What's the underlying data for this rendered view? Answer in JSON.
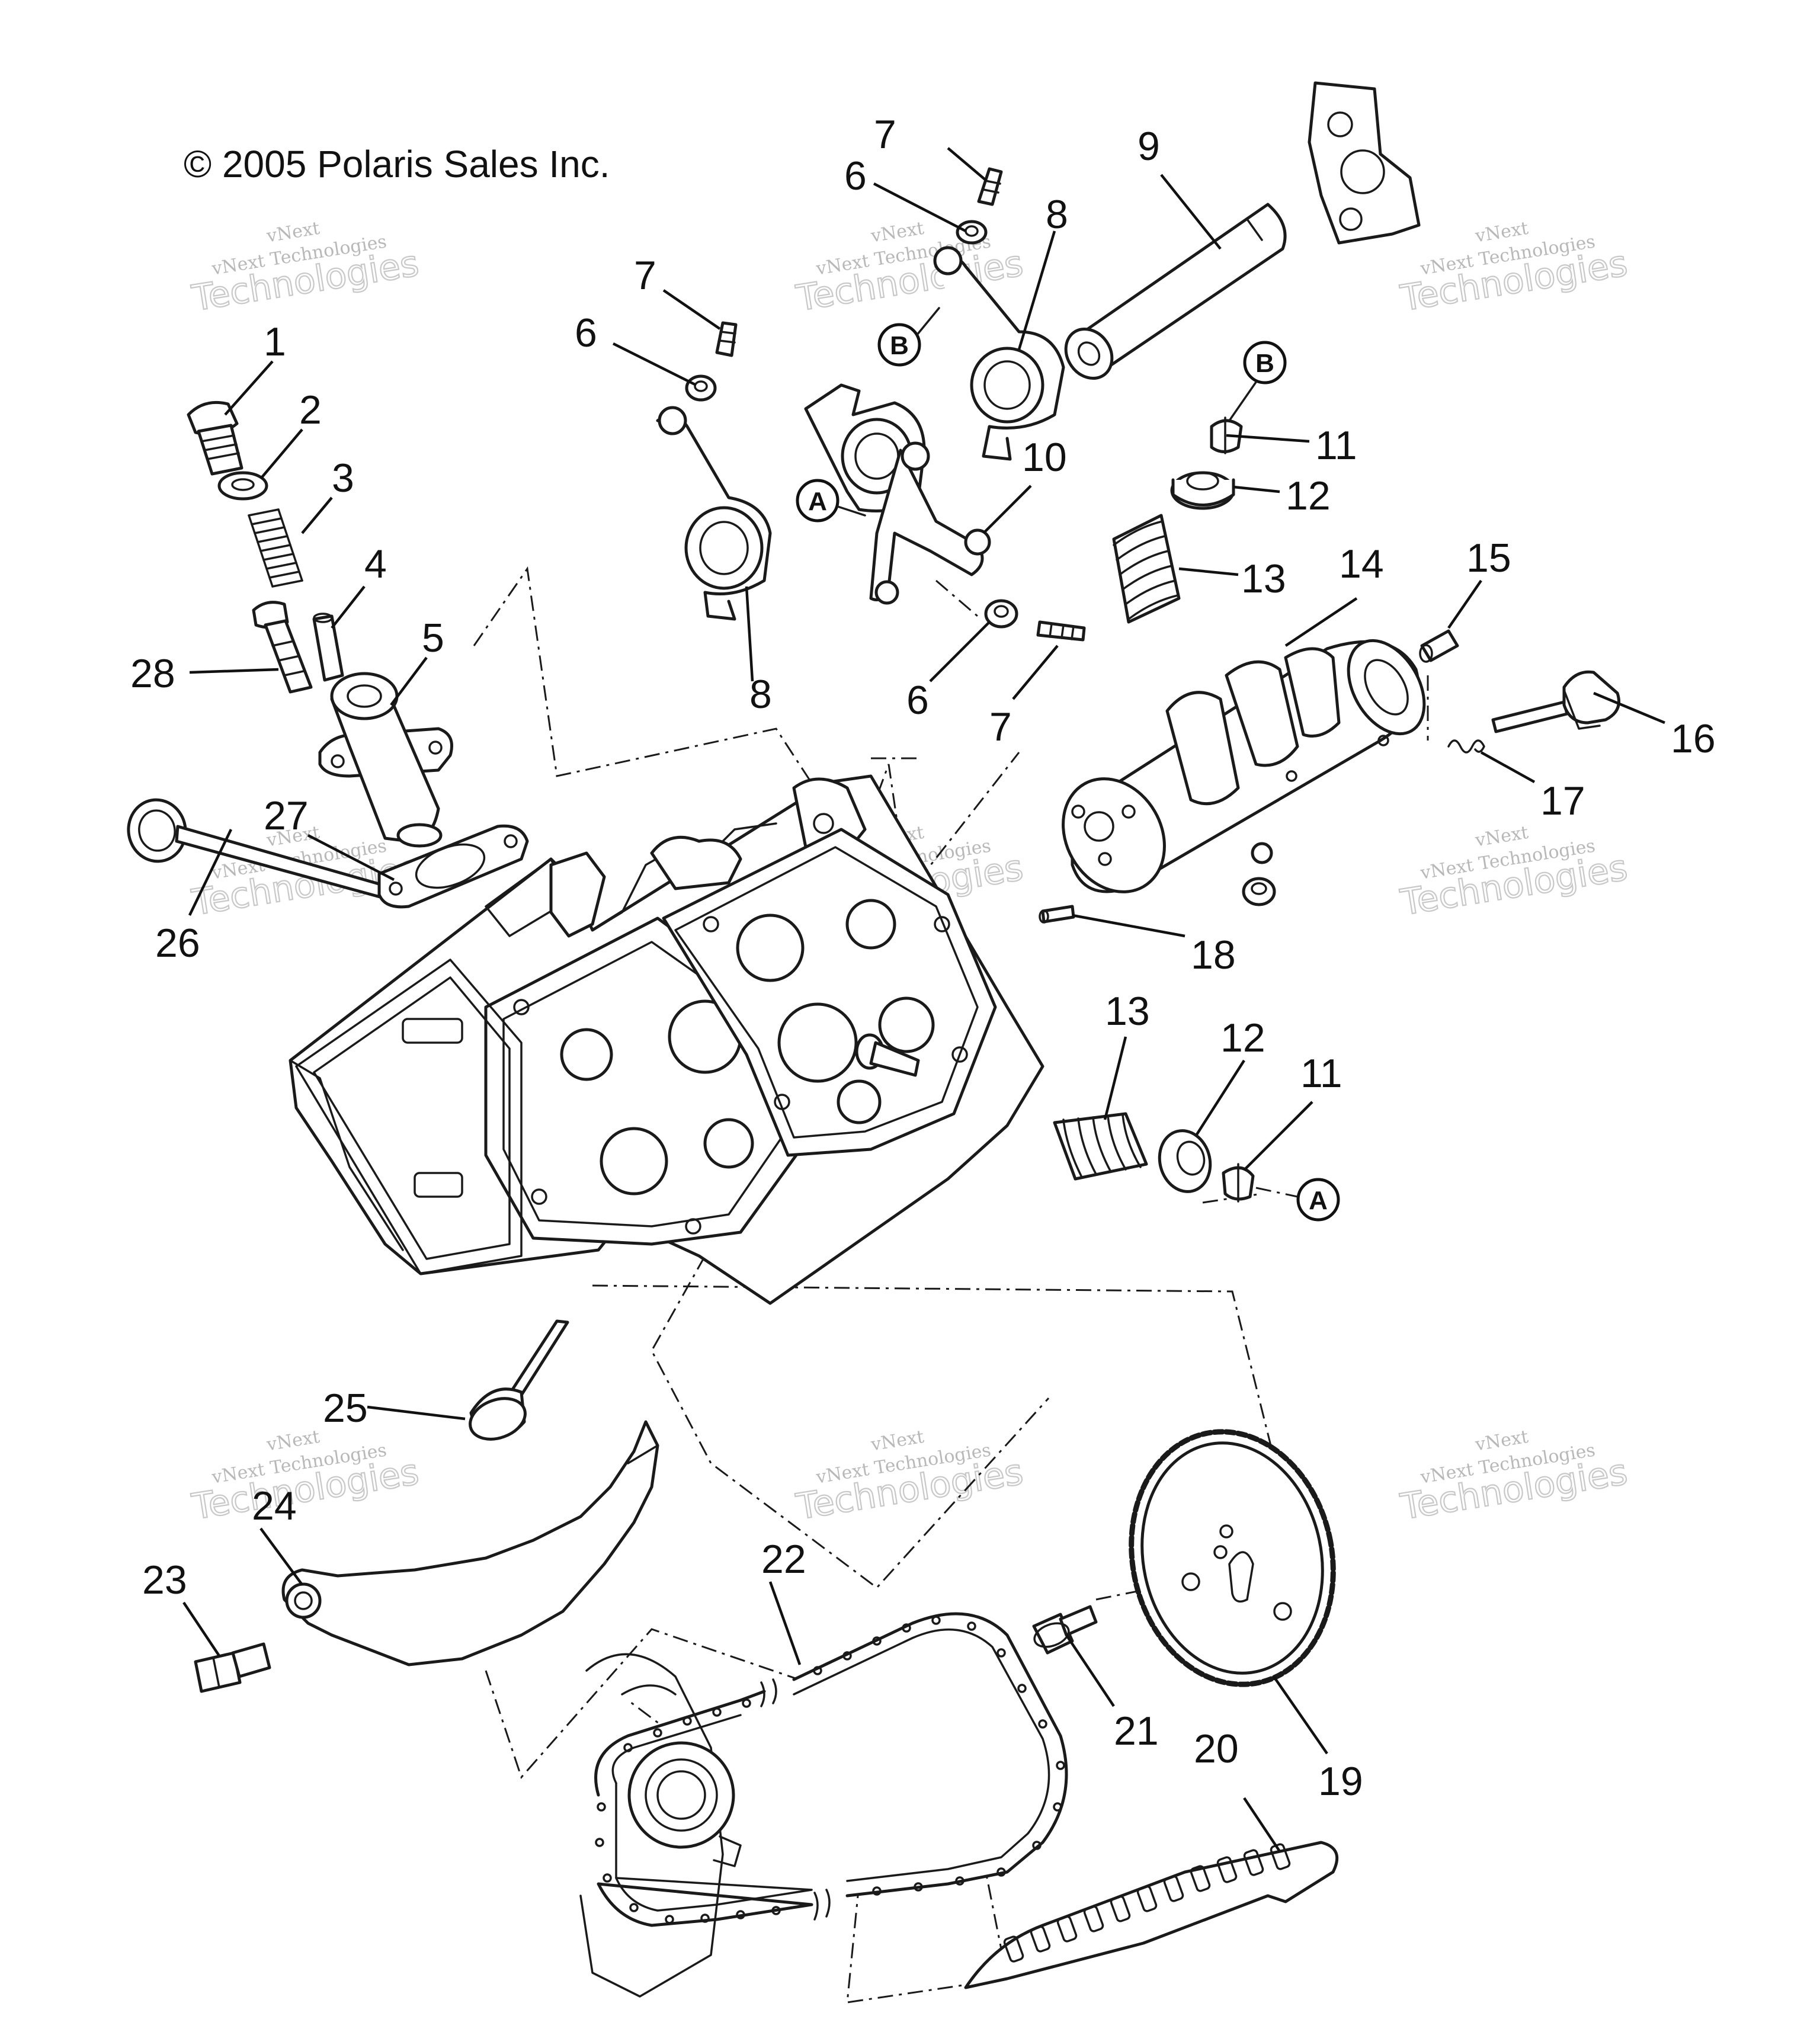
{
  "copyright": "© 2005 Polaris Sales Inc.",
  "watermark": {
    "brand": "vNext",
    "line": "vNext Technologies",
    "big": "Technologies"
  },
  "callouts": {
    "c1": "1",
    "c2": "2",
    "c3": "3",
    "c4": "4",
    "c5": "5",
    "c6a": "6",
    "c6b": "6",
    "c6c": "6",
    "c7a": "7",
    "c7b": "7",
    "c7c": "7",
    "c8a": "8",
    "c8b": "8",
    "c9": "9",
    "c10": "10",
    "c11a": "11",
    "c11b": "11",
    "c12a": "12",
    "c12b": "12",
    "c13a": "13",
    "c13b": "13",
    "c14": "14",
    "c15": "15",
    "c16": "16",
    "c17": "17",
    "c18": "18",
    "c19": "19",
    "c20": "20",
    "c21": "21",
    "c22": "22",
    "c23": "23",
    "c24": "24",
    "c25": "25",
    "c26": "26",
    "c27": "27",
    "c28": "28"
  },
  "ref_markers": {
    "a1": "A",
    "a2": "A",
    "b1": "B",
    "b2": "B"
  }
}
